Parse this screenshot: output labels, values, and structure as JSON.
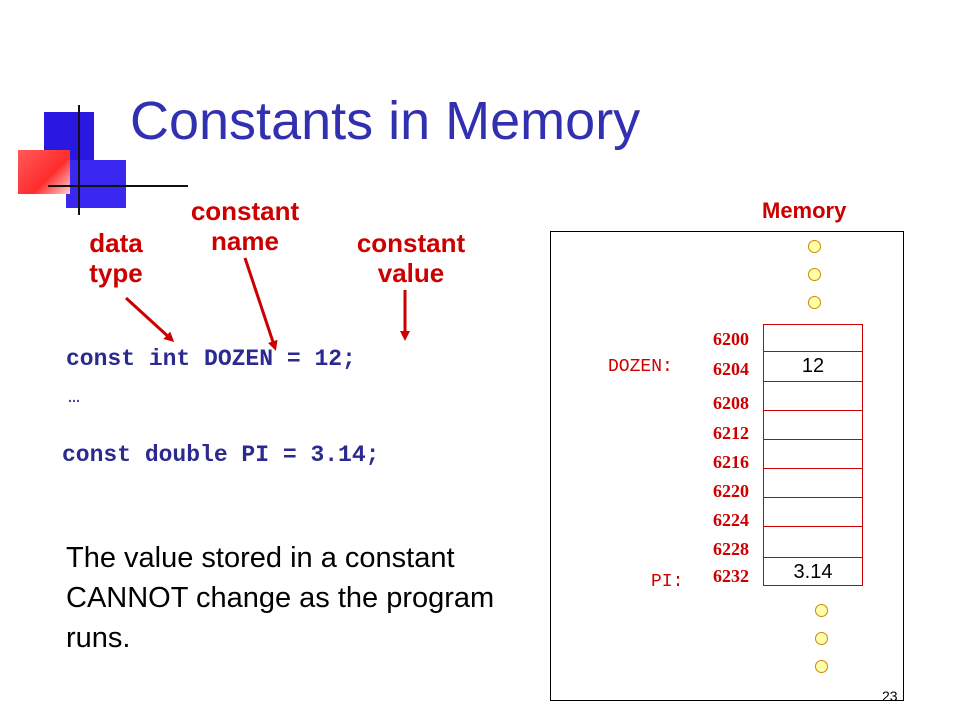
{
  "slide": {
    "title": "Constants in Memory",
    "number": "23"
  },
  "labels": {
    "data_type_line1": "data",
    "data_type_line2": "type",
    "constant_name_line1": "constant",
    "constant_name_line2": "name",
    "constant_value_line1": "constant",
    "constant_value_line2": "value"
  },
  "code": {
    "line1": "const int DOZEN = 12;",
    "ellipsis": "…",
    "line2": "const double PI = 3.14;"
  },
  "body_text": "The value stored in a constant CANNOT change as the program runs.",
  "memory": {
    "heading": "Memory",
    "addresses": [
      "6200",
      "6204",
      "6208",
      "6212",
      "6216",
      "6220",
      "6224",
      "6228",
      "6232"
    ],
    "dozen_label": "DOZEN:",
    "dozen_value": "12",
    "pi_label": "PI:",
    "pi_value": "3.14"
  },
  "colors": {
    "title": "#3030b0",
    "accent": "#cc0000",
    "code": "#2a2a90"
  }
}
